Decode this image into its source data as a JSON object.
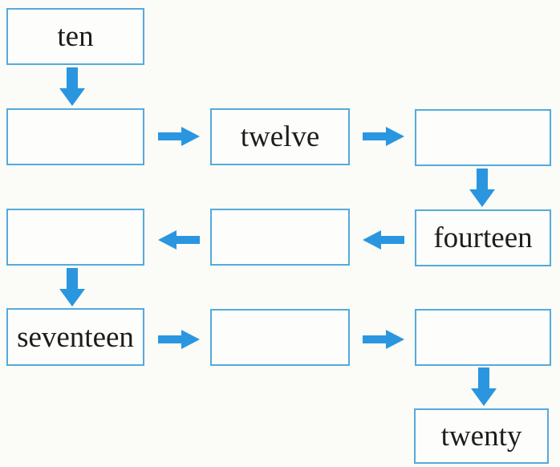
{
  "colors": {
    "background": "#fbfbf7",
    "box_border": "#54aadc",
    "box_fill": "#fdfdfb",
    "arrow": "#2b96e0",
    "text": "#1d1d1d"
  },
  "boxes": [
    {
      "row": 1,
      "col": 1,
      "label": "ten",
      "filled": true
    },
    {
      "row": 2,
      "col": 1,
      "label": "",
      "filled": false
    },
    {
      "row": 2,
      "col": 2,
      "label": "twelve",
      "filled": true
    },
    {
      "row": 2,
      "col": 3,
      "label": "",
      "filled": false
    },
    {
      "row": 3,
      "col": 1,
      "label": "",
      "filled": false
    },
    {
      "row": 3,
      "col": 2,
      "label": "",
      "filled": false
    },
    {
      "row": 3,
      "col": 3,
      "label": "fourteen",
      "filled": true
    },
    {
      "row": 4,
      "col": 1,
      "label": "seventeen",
      "filled": true
    },
    {
      "row": 4,
      "col": 2,
      "label": "",
      "filled": false
    },
    {
      "row": 4,
      "col": 3,
      "label": "",
      "filled": false
    },
    {
      "row": 5,
      "col": 3,
      "label": "twenty",
      "filled": true
    }
  ],
  "arrows": [
    {
      "direction": "down",
      "from": "r1c1",
      "to": "r2c1"
    },
    {
      "direction": "right",
      "from": "r2c1",
      "to": "r2c2"
    },
    {
      "direction": "right",
      "from": "r2c2",
      "to": "r2c3"
    },
    {
      "direction": "down",
      "from": "r2c3",
      "to": "r3c3"
    },
    {
      "direction": "left",
      "from": "r3c3",
      "to": "r3c2"
    },
    {
      "direction": "left",
      "from": "r3c2",
      "to": "r3c1"
    },
    {
      "direction": "down",
      "from": "r3c1",
      "to": "r4c1"
    },
    {
      "direction": "right",
      "from": "r4c1",
      "to": "r4c2"
    },
    {
      "direction": "right",
      "from": "r4c2",
      "to": "r4c3"
    },
    {
      "direction": "down",
      "from": "r4c3",
      "to": "r5c3"
    }
  ]
}
